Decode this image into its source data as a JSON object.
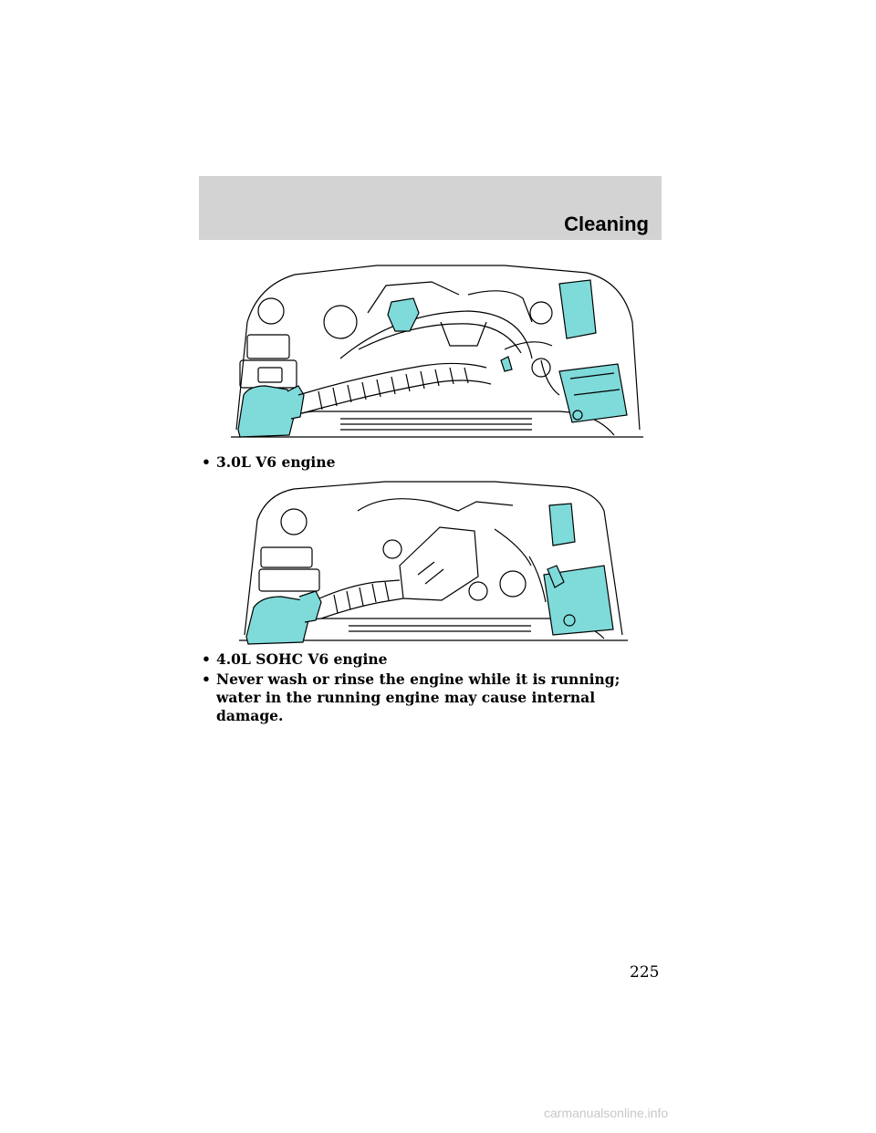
{
  "header": {
    "title": "Cleaning"
  },
  "figures": [
    {
      "caption": "3.0L V6 engine",
      "icon": "engine-compartment-3-0l-illustration"
    },
    {
      "caption": "4.0L SOHC V6 engine",
      "icon": "engine-compartment-4-0l-illustration"
    }
  ],
  "notes": [
    "Never wash or rinse the engine while it is running; water in the running engine may cause internal damage."
  ],
  "bullet_char": "•",
  "page_number": "225",
  "footer": {
    "watermark": "carmanualsonline.info"
  },
  "colors": {
    "header_band": "#d3d3d3",
    "highlight": "#7fdada",
    "line_art": "#000000"
  }
}
